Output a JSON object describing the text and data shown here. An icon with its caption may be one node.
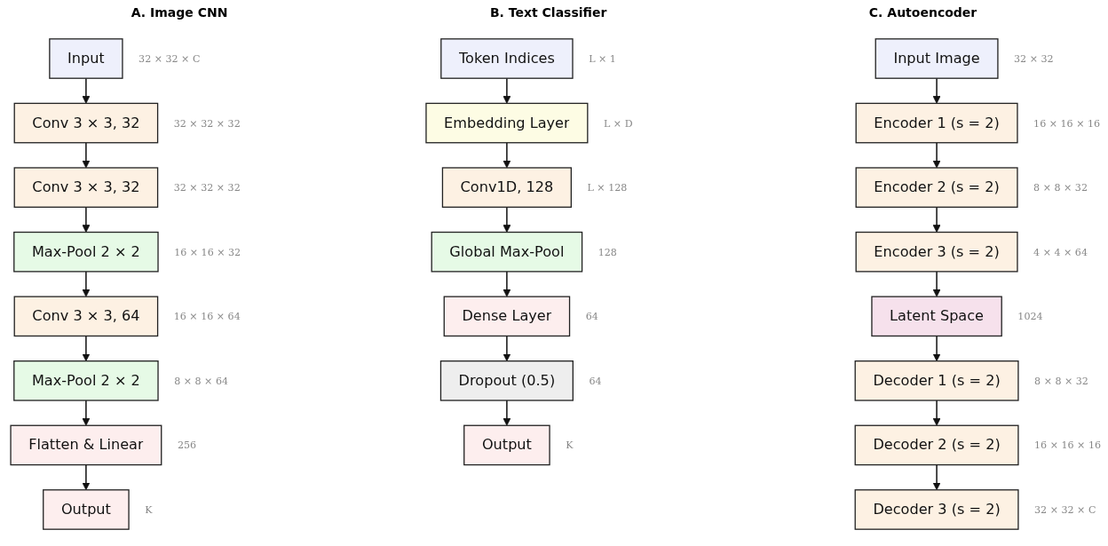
{
  "diagram": {
    "nodes": [
      {
        "text": [
          "Input"
        ],
        "beside": [
          "32 × 32 × C"
        ]
      },
      {
        "text": [
          "Conv 3 × 3, 32"
        ],
        "beside": [
          "32 × 32 × 32"
        ]
      },
      {
        "text": [
          "Conv 3 × 3, 32"
        ],
        "beside": [
          "32 × 32 × 32"
        ]
      },
      {
        "text": [
          "Max-Pool 2 × 2"
        ],
        "beside": [
          "16 × 16 × 32"
        ]
      },
      {
        "text": [
          "Conv 3 × 3, 64"
        ],
        "beside": [
          "16 × 16 × 64"
        ]
      },
      {
        "text": [
          "Max-Pool 2 × 2"
        ],
        "beside": [
          "8 × 8 × 64"
        ]
      },
      {
        "text": [
          "Flatten & Linear"
        ],
        "beside": [
          "256"
        ]
      },
      {
        "text": [
          "Output"
        ],
        "beside": [
          "K"
        ]
      },
      {
        "text": [
          "Token Indices"
        ],
        "beside": [
          "L × 1"
        ]
      },
      {
        "text": [
          "Embedding Layer"
        ],
        "beside": [
          "L × D"
        ]
      },
      {
        "text": [
          "Conv1D, 128"
        ],
        "beside": [
          "L × 128"
        ]
      },
      {
        "text": [
          "Global Max-Pool"
        ],
        "beside": [
          "128"
        ]
      },
      {
        "text": [
          "Dense Layer"
        ],
        "beside": [
          "64"
        ]
      },
      {
        "text": [
          "Dropout (0.5)"
        ],
        "beside": [
          "64"
        ]
      },
      {
        "text": [
          "Output"
        ],
        "beside": [
          "K"
        ]
      },
      {
        "text": [
          "Input Image"
        ],
        "beside": [
          "32 × 32"
        ]
      },
      {
        "text": [
          "Encoder 1 (s = 2)"
        ],
        "beside": [
          "16 × 16 × 16"
        ]
      },
      {
        "text": [
          "Encoder 2 (s = 2)"
        ],
        "beside": [
          "8 × 8 × 32"
        ]
      },
      {
        "text": [
          "Encoder 3 (s = 2)"
        ],
        "beside": [
          "4 × 4 × 64"
        ]
      },
      {
        "text": [
          "Latent Space"
        ],
        "beside": [
          "1024"
        ]
      },
      {
        "text": [
          "Decoder 1 (s = 2)"
        ],
        "beside": [
          "8 × 8 × 32"
        ]
      },
      {
        "text": [
          "Decoder 2 (s = 2)"
        ],
        "beside": [
          "16 × 16 × 16"
        ]
      },
      {
        "text": [
          "Decoder 3 (s = 2)"
        ],
        "beside": [
          "32 × 32 × C"
        ]
      }
    ],
    "edges": [
      {
        "from": 0,
        "to": 1,
        "arrow": "to"
      },
      {
        "from": 1,
        "to": 2,
        "arrow": "to"
      },
      {
        "from": 2,
        "to": 3,
        "arrow": "to"
      },
      {
        "from": 3,
        "to": 4,
        "arrow": "to"
      },
      {
        "from": 4,
        "to": 5,
        "arrow": "to"
      },
      {
        "from": 5,
        "to": 6,
        "arrow": "to"
      },
      {
        "from": 6,
        "to": 7,
        "arrow": "to"
      },
      {
        "from": 8,
        "to": 9,
        "arrow": "to"
      },
      {
        "from": 9,
        "to": 10,
        "arrow": "to"
      },
      {
        "from": 10,
        "to": 11,
        "arrow": "to"
      },
      {
        "from": 11,
        "to": 12,
        "arrow": "to"
      },
      {
        "from": 12,
        "to": 13,
        "arrow": "to"
      },
      {
        "from": 13,
        "to": 14,
        "arrow": "to"
      },
      {
        "from": 15,
        "to": 16,
        "arrow": "to"
      },
      {
        "from": 16,
        "to": 17,
        "arrow": "to"
      },
      {
        "from": 17,
        "to": 18,
        "arrow": "to"
      },
      {
        "from": 18,
        "to": 19,
        "arrow": "to"
      },
      {
        "from": 19,
        "to": 20,
        "arrow": "to"
      },
      {
        "from": 20,
        "to": 21,
        "arrow": "to"
      },
      {
        "from": 21,
        "to": 22,
        "arrow": "to"
      }
    ],
    "labels": [
      "A. Image CNN",
      "B. Text Classifier",
      "C. Autoencoder"
    ]
  }
}
